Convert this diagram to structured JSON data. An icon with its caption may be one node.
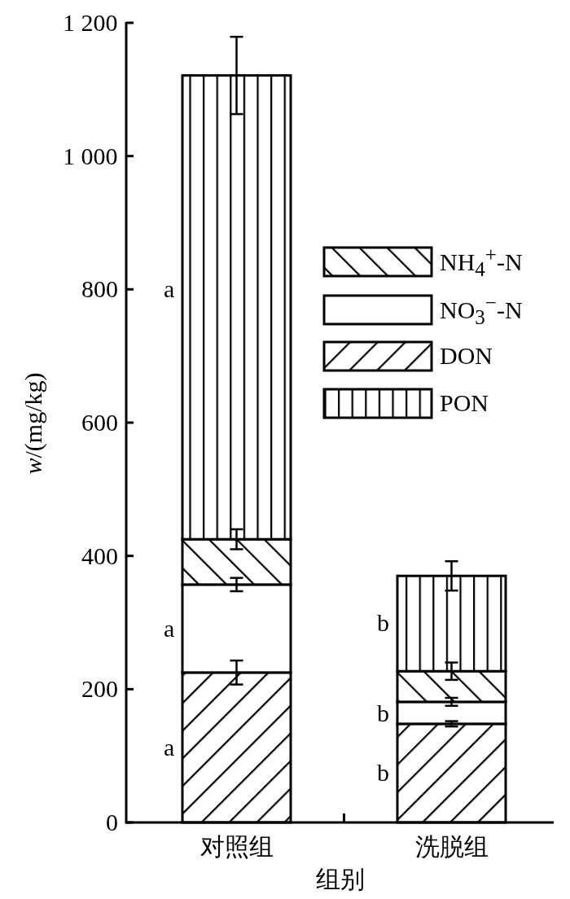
{
  "diagram": {
    "chart_data": {
      "type": "bar",
      "stacked": true,
      "orientation": "vertical",
      "legend": "right",
      "xlabel": "组别",
      "ylabel": "*w*/(mg/kg)",
      "categories": [
        "对照组",
        "洗脱组"
      ],
      "series": [
        {
          "name": "DON",
          "color": "#000000",
          "values": [
            225,
            148
          ],
          "errors": [
            18,
            4
          ]
        },
        {
          "name": "NO$_{3}$$^{−}$-N",
          "color": "#000000",
          "values": [
            132,
            33
          ],
          "errors": [
            10,
            6
          ]
        },
        {
          "name": "NH$_{4}$$^{+}$-N",
          "color": "#000000",
          "values": [
            68,
            46
          ],
          "errors": [
            15,
            13
          ]
        },
        {
          "name": "PON",
          "color": "#000000",
          "values": [
            696,
            143
          ],
          "errors": [
            58,
            22
          ]
        }
      ],
      "ylim": [
        0,
        1200
      ],
      "yticks": [
        0,
        200,
        400,
        600,
        800,
        {
          "value": 1000,
          "label": "1 000"
        },
        {
          "value": 1200,
          "label": "1 200"
        }
      ],
      "annotations": [
        "a",
        "a",
        "a",
        "b",
        "b",
        "b"
      ]
    }
  }
}
